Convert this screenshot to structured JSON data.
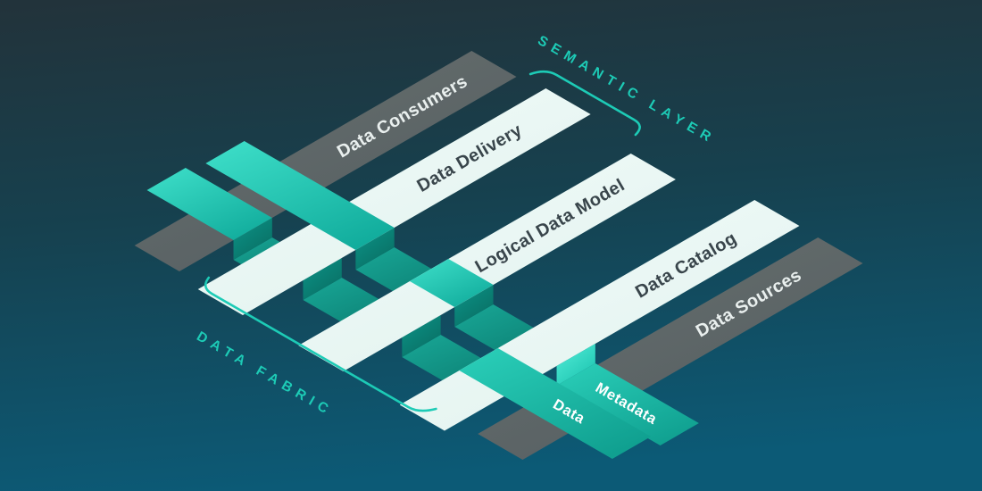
{
  "diagram_title": "Data Fabric / Semantic Layer weave diagram",
  "brackets": {
    "semantic_layer": "SEMANTIC LAYER",
    "data_fabric": "DATA FABRIC"
  },
  "bars": [
    {
      "label": "Data Consumers",
      "tone": "gray"
    },
    {
      "label": "Data Delivery",
      "tone": "white"
    },
    {
      "label": "Logical Data Model",
      "tone": "white"
    },
    {
      "label": "Data Catalog",
      "tone": "white"
    },
    {
      "label": "Data Sources",
      "tone": "gray"
    }
  ],
  "ribbons": [
    {
      "label": "Metadata"
    },
    {
      "label": "Data"
    }
  ],
  "colors": {
    "accent": "#1dcbb6",
    "background_top": "#22333b",
    "background_mid": "#16414f",
    "background_bottom": "#0c5a76",
    "bar_white_1": "#f2fcfa",
    "bar_white_2": "#e2f2ee",
    "bar_gray_1": "#68716f",
    "bar_gray_2": "#555d61",
    "ribbon_bright_1": "#3fe0ca",
    "ribbon_bright_2": "#12ad9d",
    "ribbon_mid_1": "#19a897",
    "ribbon_mid_2": "#0c8175",
    "strip_1": "#2bd0ba",
    "strip_2": "#10a090",
    "fold_dark_1": "#0d9488",
    "fold_dark_2": "#086e63",
    "fold_bright_1": "#55eed9",
    "fold_bright_2": "#1cc4b0",
    "text_dark": "#39454b",
    "text_light": "#e9efee",
    "text_white": "#ffffff"
  }
}
